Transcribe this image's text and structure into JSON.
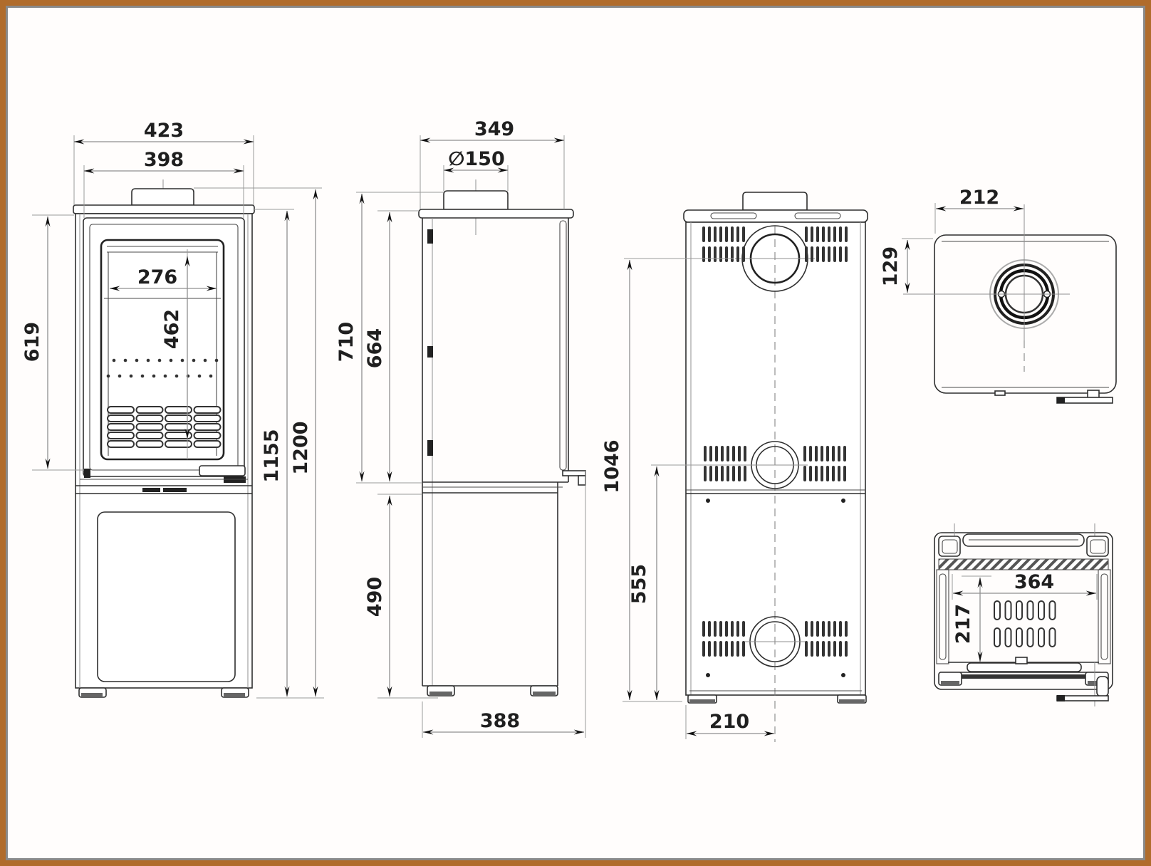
{
  "drawing": {
    "type": "stove-dimension-drawing",
    "views": {
      "front": {
        "dims": {
          "overall_width": "423",
          "top_width": "398",
          "glass_width": "276",
          "glass_height": "462",
          "door_height": "619",
          "body_height": "1155",
          "total_height": "1200"
        }
      },
      "side": {
        "dims": {
          "depth": "349",
          "flue_diameter": "∅150",
          "upper_height_with_collar": "710",
          "upper_height": "664",
          "base_height": "490",
          "base_depth": "388"
        }
      },
      "rear": {
        "dims": {
          "top_outlet_height": "1046",
          "lower_outlet_height": "555",
          "outlet_center_offset": "210"
        }
      },
      "top": {
        "dims": {
          "flue_center_from_front": "212",
          "flue_center_from_back": "129"
        }
      },
      "bottom": {
        "dims": {
          "opening_width": "364",
          "opening_depth": "217"
        }
      }
    },
    "colors": {
      "frame": "#b06c2c",
      "inner_frame": "#8a8a8a",
      "line": "#2f2f2f",
      "dim_line": "#8f8f8f",
      "label": "#1f1f1f",
      "background": "#fffdfc"
    }
  }
}
